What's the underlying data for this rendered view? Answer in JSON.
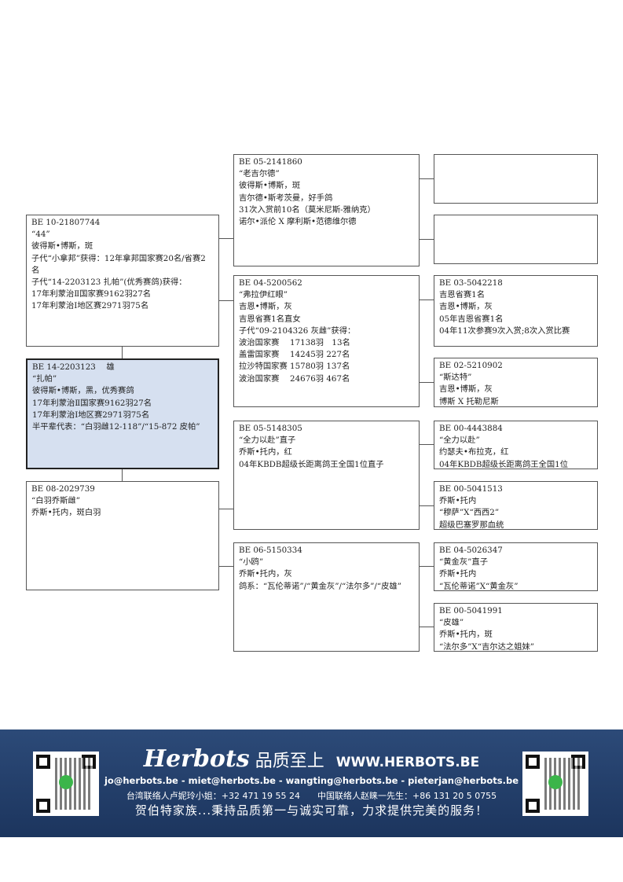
{
  "subject": {
    "lines": [
      "BE 14-2203123　 雄",
      "“扎帕”",
      "彼得斯•博斯，黑，优秀赛鸽",
      "17年利蒙治Ⅱ国家赛9162羽27名",
      "17年利蒙治Ⅰ地区赛2971羽75名",
      "半平辈代表：“白羽雌12-118”/“15-872 皮帕”"
    ]
  },
  "sire": {
    "lines": [
      "BE 10-21807744",
      "“44”",
      "彼得斯•博斯，斑",
      "子代“小拿邦”获得：12年拿邦国家赛20名/省赛2名",
      "子代“14-2203123 扎帕”(优秀赛鸽)获得：",
      "17年利蒙治Ⅱ国家赛9162羽27名",
      "17年利蒙治Ⅰ地区赛2971羽75名"
    ]
  },
  "dam": {
    "lines": [
      "BE 08-2029739",
      "“白羽乔斯雌”",
      "乔斯•托内，斑白羽"
    ]
  },
  "gen2": [
    {
      "lines": [
        "BE 05-2141860",
        "“老吉尔德”",
        "彼得斯•博斯，斑",
        "吉尔德•斯考茨曼，好手鸽",
        "31次入赏前10名（莫米尼斯-雅纳克）",
        "诺尔•派伦 X 摩利斯•范德维尔德"
      ]
    },
    {
      "lines": [
        "BE 04-5200562",
        "“弗拉伊红眼”",
        "吉恩•博斯，灰",
        "吉恩省赛1名直女",
        "子代“09-2104326 灰雌”获得：",
        "波治国家赛　 17138羽　13名",
        "盖雷国家赛　 14245羽 227名",
        "拉沙特国家赛 15780羽 137名",
        "波治国家赛　 24676羽 467名"
      ]
    },
    {
      "lines": [
        "BE 05-5148305",
        "“全力以赴”直子",
        "乔斯•托内，红",
        "04年KBDB超级长距离鸽王全国1位直子"
      ]
    },
    {
      "lines": [
        "BE 06-5150334",
        "“小鸥”",
        "乔斯•托内，灰",
        "鸽系：“瓦伦蒂诺”/“黄金灰”/“法尔多”/“皮雄”"
      ]
    }
  ],
  "gen3": [
    {
      "lines": []
    },
    {
      "lines": []
    },
    {
      "lines": [
        "BE 03-5042218",
        "吉恩省赛1名",
        "吉恩•博斯，灰",
        "05年吉恩省赛1名",
        "04年11次参赛9次入赏;8次入赏比赛"
      ]
    },
    {
      "lines": [
        "BE 02-5210902",
        "“斯达特”",
        "吉恩•博斯，灰",
        "博斯 X 托勒尼斯"
      ]
    },
    {
      "lines": [
        "BE 00-4443884",
        "“全力以赴”",
        "约瑟夫•布拉克，红",
        "04年KBDB超级长距离鸽王全国1位"
      ]
    },
    {
      "lines": [
        "BE 00-5041513",
        "乔斯•托内",
        "“穆萨”X“西西2”",
        "超级巴塞罗那血统"
      ]
    },
    {
      "lines": [
        "BE 04-5026347",
        "“黄金灰”直子",
        "乔斯•托内",
        "“瓦伦蒂诺”X“黄金灰”"
      ]
    },
    {
      "lines": [
        "BE 00-5041991",
        "“皮雄”",
        "乔斯•托内，斑",
        "“法尔多”X“吉尔达之姐妹”"
      ]
    }
  ],
  "footer": {
    "logo": "Herbots",
    "tagline": "品质至上",
    "website": "WWW.HERBOTS.BE",
    "emails": "jo@herbots.be - miet@herbots.be - wangting@herbots.be - pieterjan@herbots.be",
    "phones": "台湾联络人卢妮玲小姐：+32 471 19 55 24　　中国联络人赵睐一先生：+86 131 20 5 0755",
    "slogan": "贺伯特家族...秉持品质第一与诚实可靠，力求提供完美的服务！"
  },
  "colors": {
    "subject_fill": "#d6e0f0",
    "footer_bg": "#1f3a66"
  }
}
